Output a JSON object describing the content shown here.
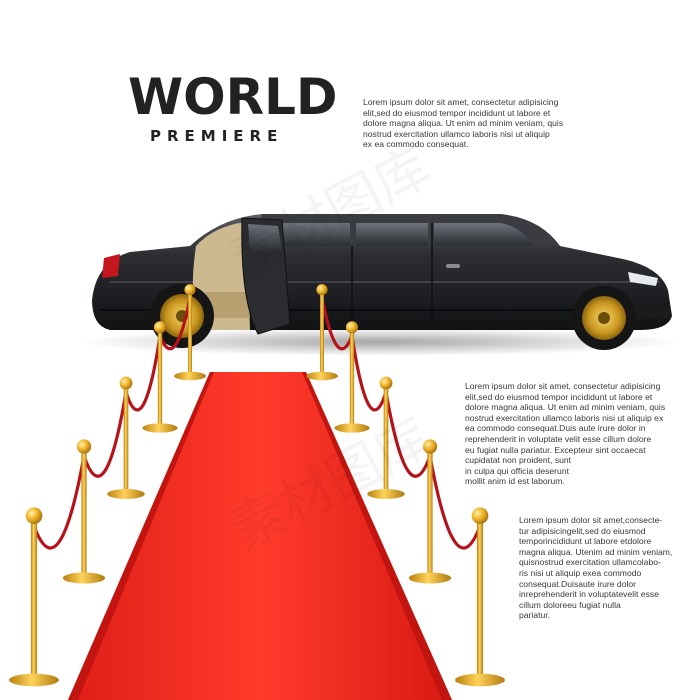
{
  "header": {
    "title": "WORLD",
    "subtitle": "PREMIERE"
  },
  "texts": {
    "block1": "Lorem ipsum dolor sit amet, consectetur adipisicing\nelit,sed do eiusmod tempor incididunt ut labore et\ndolore magna aliqua. Ut enim ad minim veniam, quis\nnostrud exercitation ullamco laboris nisi ut aliquip\nex ea commodo consequat.",
    "block2": "Lorem ipsum dolor sit amet, consectetur adipisicing\nelit,sed do eiusmod tempor incididunt ut labore et\ndolore magna aliqua. Ut enim ad minim veniam, quis\nnostrud exercitation ullamco laboris nisi ut aliquip ex\nea commodo consequat.Duis aute irure dolor in\nreprehenderit in voluptate velit esse cillum dolore\neu fugiat nulla pariatur. Excepteur sint occaecat\ncupidatat non proident, sunt\nin culpa qui officia deserunt\nmollit anim id est laborum.",
    "block3": "Lorem ipsum dolor sit amet,consecte-\ntur adipisicingelit,sed do eiusmod\ntemporincididunt ut labore etdolore\nmagna aliqua. Utenim ad minim veniam,\nquisnostrud exercitation ullamcolabo-\nris nisi ut aliquip exea commodo\nconsequat.Duisaute irure dolor\ninreprehenderit in voluptatevelit esse\ncillum doloreeu fugiat nulla\npariatur."
  },
  "watermark": "素材图库",
  "colors": {
    "carpet": "#e8231c",
    "carpet_light": "#ff4a38",
    "car_body": "#25272b",
    "gold": "#e0a824",
    "rope": "#b5121b",
    "title": "#222222"
  }
}
